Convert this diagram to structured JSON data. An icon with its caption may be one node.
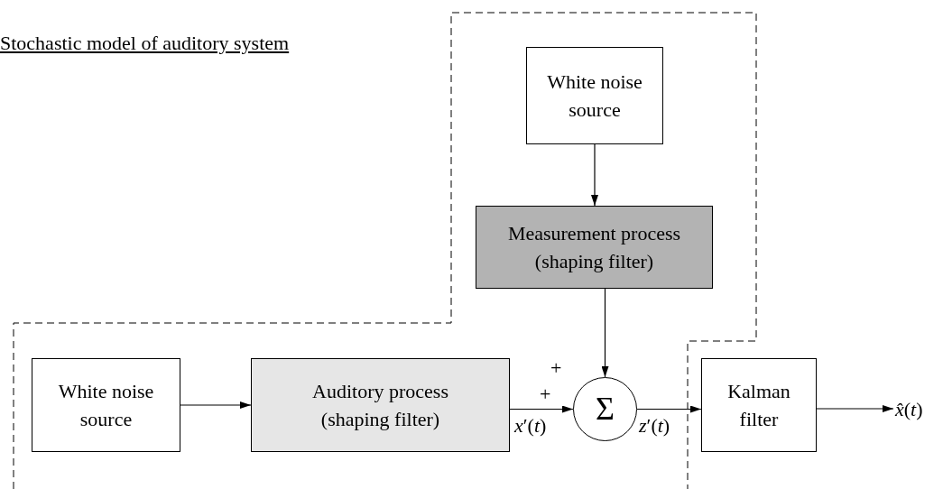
{
  "diagram": {
    "nodes": [
      {
        "text": [
          "White noise source"
        ]
      },
      {
        "text": [
          "Measurement process (shaping filter)"
        ]
      },
      {
        "text": [
          "White noise source"
        ]
      },
      {
        "text": [
          "Auditory process (shaping filter)"
        ]
      },
      {
        "text": [
          "Σ"
        ]
      },
      {
        "text": [
          "Kalman filter"
        ]
      },
      {
        "text": [
          "*x̂*(*t*)"
        ]
      }
    ],
    "edges": [
      {
        "from": 0,
        "to": 1,
        "arrow": "to"
      },
      {
        "from": 1,
        "to": 4,
        "arrow": "to"
      },
      {
        "from": 2,
        "to": 3,
        "arrow": "to"
      },
      {
        "from": 3,
        "to": 4,
        "arrow": "to"
      },
      {
        "from": 4,
        "to": 5,
        "arrow": "to"
      },
      {
        "from": 5,
        "to": 6,
        "arrow": "to"
      }
    ],
    "title": "Stochastic model of auditory system",
    "labels": [
      "+",
      "+",
      "*x*′(*t*)",
      "*z*′(*t*)"
    ]
  }
}
